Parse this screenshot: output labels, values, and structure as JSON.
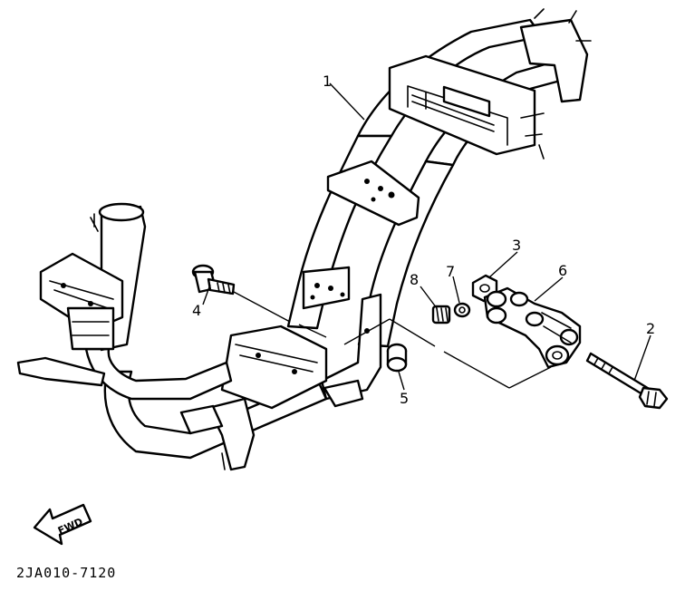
{
  "callouts": [
    {
      "id": "1",
      "text": "1"
    },
    {
      "id": "2",
      "text": "2"
    },
    {
      "id": "3",
      "text": "3"
    },
    {
      "id": "4",
      "text": "4"
    },
    {
      "id": "5",
      "text": "5"
    },
    {
      "id": "6",
      "text": "6"
    },
    {
      "id": "7",
      "text": "7"
    },
    {
      "id": "8",
      "text": "8"
    }
  ],
  "fwd_label": "FWD",
  "diagram_code": "2JA010-7120",
  "parts": {
    "frame": "frame",
    "bolt_long": "bolt",
    "nut": "nut",
    "bolt_short": "bolt",
    "collar": "collar",
    "engine_bracket": "bracket",
    "bushing": "bushing",
    "spring": "spring"
  }
}
